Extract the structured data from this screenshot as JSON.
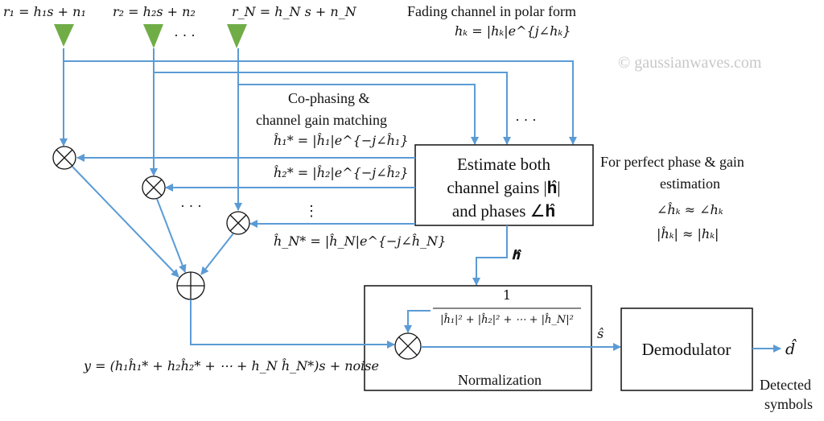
{
  "colors": {
    "signal_line": "#5b9bd5",
    "antenna": "#70ad47",
    "watermark": "#c8c8c8"
  },
  "antennas": [
    {
      "label": "r₁ = h₁s + n₁"
    },
    {
      "label": "r₂ = h₂s + n₂"
    },
    {
      "label": "r_N = h_N s + n_N"
    }
  ],
  "antenna_ellipsis": "· · ·",
  "fading": {
    "title": "Fading channel in polar form",
    "formula": "hₖ = |hₖ|e^{j∠hₖ}"
  },
  "watermark": "© gaussianwaves.com",
  "cophasing": {
    "title_line1": "Co-phasing &",
    "title_line2": "channel gain matching",
    "eq1": "ĥ₁* = |ĥ₁|e^{−j∠ĥ₁}",
    "eq2": "ĥ₂* = |ĥ₂|e^{−j∠ĥ₂}",
    "eqN": "ĥ_N* = |ĥ_N|e^{−j∠ĥ_N}",
    "vdots": "⋮",
    "dots": "· · ·"
  },
  "estimator": {
    "line1": "Estimate both",
    "line2": "channel gains |𝐡̂|",
    "line3": "and phases ∠𝐡̂",
    "output": "𝐡̂"
  },
  "perfect": {
    "line1": "For perfect phase & gain",
    "line2": "estimation",
    "eq1": "∠ĥₖ ≈ ∠hₖ",
    "eq2": "|ĥₖ| ≈ |hₖ|"
  },
  "combiner_output": "y = (h₁ĥ₁* + h₂ĥ₂* + ⋯ + h_N ĥ_N*)s + noise",
  "normalization": {
    "label": "Normalization",
    "numerator": "1",
    "denominator": "|ĥ₁|² + |ĥ₂|² + ⋯ + |ĥ_N|²",
    "output": "ŝ"
  },
  "demodulator": {
    "label": "Demodulator",
    "output": "d̂",
    "caption_line1": "Detected",
    "caption_line2": "symbols"
  }
}
